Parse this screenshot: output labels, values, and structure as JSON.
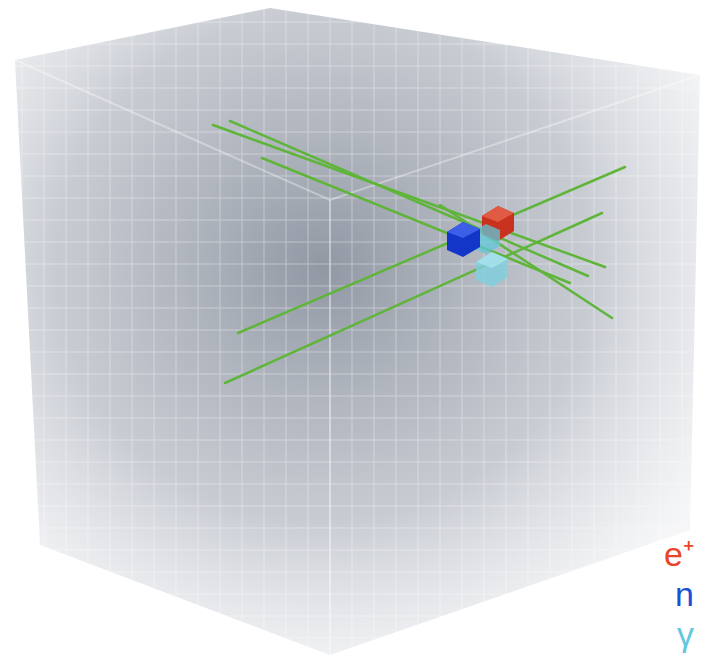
{
  "diagram": {
    "legend": [
      {
        "text": "e⁺",
        "color": "#e8452a"
      },
      {
        "text": "n",
        "color": "#1c4fd6"
      },
      {
        "text": "γ",
        "color": "#5fc8e0"
      }
    ]
  }
}
